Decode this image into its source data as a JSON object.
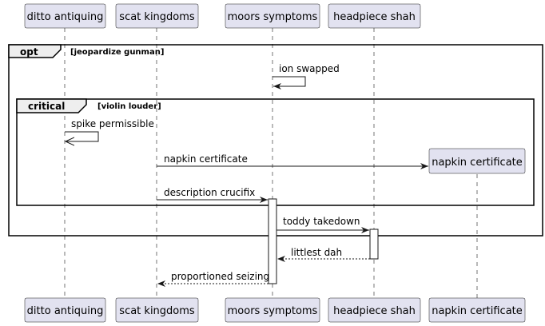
{
  "participants": [
    {
      "id": "p1",
      "label": "ditto antiquing"
    },
    {
      "id": "p2",
      "label": "scat kingdoms"
    },
    {
      "id": "p3",
      "label": "moors symptoms"
    },
    {
      "id": "p4",
      "label": "headpiece shah"
    },
    {
      "id": "p5",
      "label": "napkin certificate"
    }
  ],
  "frames": [
    {
      "keyword": "opt",
      "guard": "[jeopardize gunman]"
    },
    {
      "keyword": "critical",
      "guard": "[violin louder]"
    }
  ],
  "messages": [
    {
      "label": "ion swapped",
      "from": "p3",
      "to": "p3",
      "style": "solid"
    },
    {
      "label": "spike permissible",
      "from": "p1",
      "to": "p1",
      "style": "solid-open"
    },
    {
      "label": "napkin certificate",
      "from": "p2",
      "to": "p5",
      "style": "create"
    },
    {
      "label": "description crucifix",
      "from": "p2",
      "to": "p3",
      "style": "solid"
    },
    {
      "label": "toddy takedown",
      "from": "p3",
      "to": "p4",
      "style": "solid"
    },
    {
      "label": "littlest dah",
      "from": "p4",
      "to": "p3",
      "style": "dashed"
    },
    {
      "label": "proportioned seizing",
      "from": "p3",
      "to": "p2",
      "style": "dashed"
    }
  ],
  "colors": {
    "participant_fill": "#e2e2f0",
    "participant_border": "#181818",
    "lifeline": "#181818",
    "frame_header_fill": "#eeeeee",
    "line": "#181818"
  }
}
